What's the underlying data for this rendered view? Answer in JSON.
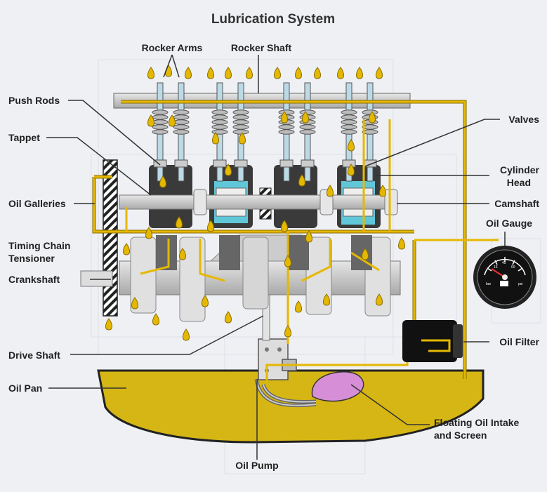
{
  "title": "Lubrication System",
  "labels": {
    "rocker_arms": "Rocker Arms",
    "rocker_shaft": "Rocker Shaft",
    "push_rods": "Push Rods",
    "tappet": "Tappet",
    "valves": "Valves",
    "cylinder_head_1": "Cylinder",
    "cylinder_head_2": "Head",
    "oil_galleries": "Oil Galleries",
    "camshaft": "Camshaft",
    "oil_gauge": "Oil Gauge",
    "timing_chain_1": "Timing Chain",
    "timing_chain_2": "Tensioner",
    "crankshaft": "Crankshaft",
    "drive_shaft": "Drive Shaft",
    "oil_filter": "Oil Filter",
    "oil_pan": "Oil Pan",
    "floating_intake_1": "Floating Oil Intake",
    "floating_intake_2": "and Screen",
    "oil_pump": "Oil Pump"
  },
  "gauge": {
    "unit_left": "bar",
    "unit_right": "psi",
    "scale": [
      "0",
      "15",
      "45",
      "60",
      "75"
    ]
  },
  "colors": {
    "oil": "#e5b800",
    "oil_dark": "#b89400",
    "pan_oil": "#d6b614",
    "piston_glass": "#5fc7d8",
    "intake": "#d68fd6",
    "block_dark": "#3a3a3a",
    "metal": "#cfcfcf",
    "background": "#eef0f4"
  }
}
